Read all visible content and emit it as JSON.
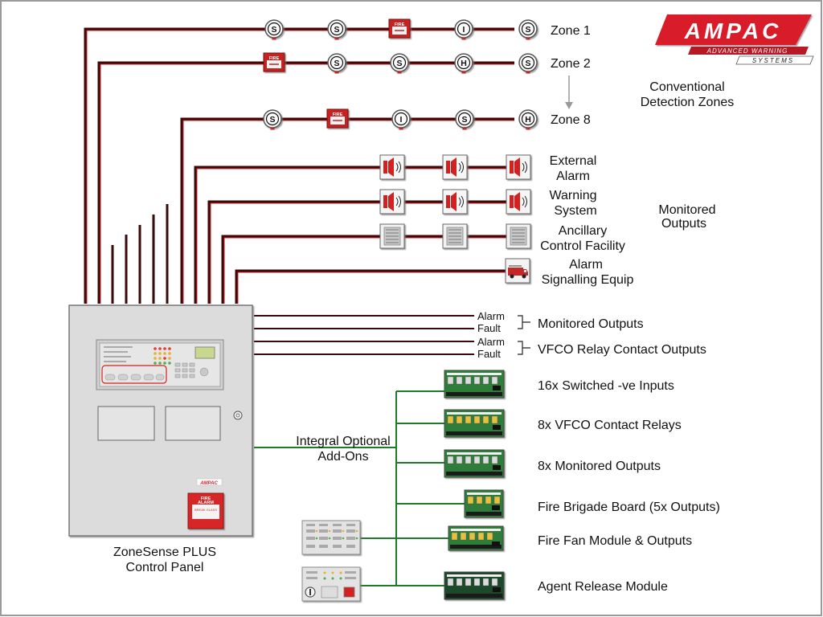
{
  "brand": {
    "name": "AMPAC",
    "tagline_1": "ADVANCED WARNING",
    "tagline_2": "SYSTEMS"
  },
  "zones": [
    {
      "label": "Zone 1",
      "devices": [
        "S",
        "S",
        "MCP",
        "I",
        "S"
      ]
    },
    {
      "label": "Zone 2",
      "devices": [
        "MCP",
        "S",
        "S",
        "H",
        "S"
      ]
    },
    {
      "label": "Zone 8",
      "devices": [
        "S",
        "MCP",
        "I",
        "S",
        "H"
      ]
    }
  ],
  "conventional": {
    "line1": "Conventional",
    "line2": "Detection Zones"
  },
  "outputs": {
    "external_alarm": {
      "line1": "External",
      "line2": "Alarm"
    },
    "warning_system": {
      "line1": "Warning",
      "line2": "System"
    },
    "ancillary": {
      "line1": "Ancillary",
      "line2": "Control Facility"
    },
    "alarm_signalling": {
      "line1": "Alarm",
      "line2": "Signalling Equip"
    },
    "group_line1": "Monitored",
    "group_line2": "Outputs"
  },
  "relays": {
    "alarm": "Alarm",
    "fault": "Fault",
    "monitored_outputs": "Monitored Outputs",
    "vfco_relay": "VFCO Relay Contact Outputs"
  },
  "addons": {
    "label_line1": "Integral Optional",
    "label_line2": "Add-Ons",
    "items": [
      "16x Switched -ve Inputs",
      "8x VFCO Contact Relays",
      "8x Monitored Outputs",
      "Fire Brigade Board (5x Outputs)",
      "Fire Fan Module & Outputs",
      "Agent Release Module"
    ]
  },
  "panel": {
    "line1": "ZoneSense PLUS",
    "line2": "Control Panel",
    "badge": "AMPAC",
    "mcp_line1": "FIRE",
    "mcp_line2": "ALARM",
    "mcp_line3": "BREAK GLASS"
  },
  "mcp_text": "FIRE",
  "colors": {
    "wire_dark": "#3a0a0a",
    "wire_red": "#d42020",
    "addon_bus": "#1f7a2a",
    "brand_red": "#d81e2a",
    "panel_grey": "#dcdcdc"
  }
}
